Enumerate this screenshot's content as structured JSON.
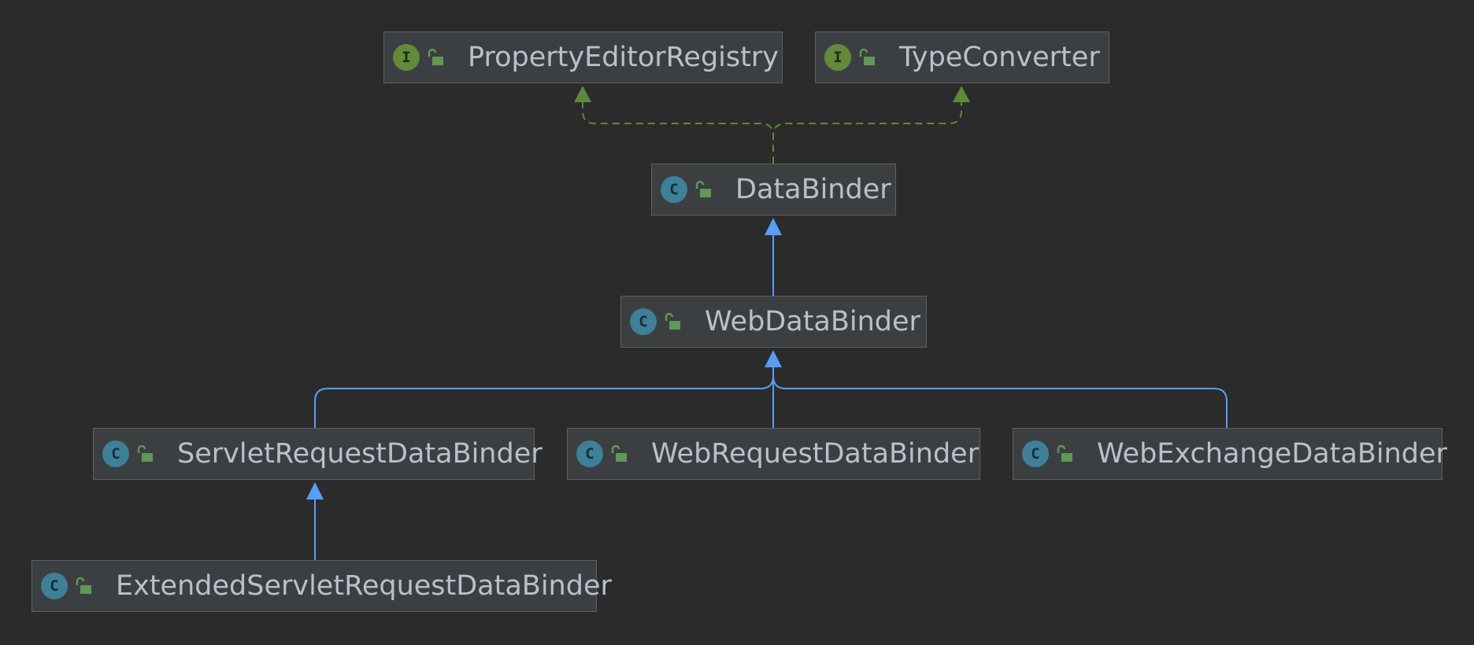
{
  "colors": {
    "background": "#2b2b2b",
    "node_fill": "#3c3f41",
    "node_border": "#5e6060",
    "label_text": "#b7c1cb",
    "interface_badge": "#628a3a",
    "class_badge": "#3f7f98",
    "lock_icon": "#629755",
    "extends_edge": "#589df6",
    "implements_edge": "#5b8a3c"
  },
  "nodes": {
    "property_editor_registry": {
      "kind": "interface",
      "badge_letter": "I",
      "icon": "unlocked-padlock-icon",
      "label": "PropertyEditorRegistry"
    },
    "type_converter": {
      "kind": "interface",
      "badge_letter": "I",
      "icon": "unlocked-padlock-icon",
      "label": "TypeConverter"
    },
    "data_binder": {
      "kind": "class",
      "badge_letter": "C",
      "icon": "unlocked-padlock-icon",
      "label": "DataBinder"
    },
    "web_data_binder": {
      "kind": "class",
      "badge_letter": "C",
      "icon": "unlocked-padlock-icon",
      "label": "WebDataBinder"
    },
    "servlet_request_data_binder": {
      "kind": "class",
      "badge_letter": "C",
      "icon": "unlocked-padlock-icon",
      "label": "ServletRequestDataBinder"
    },
    "web_request_data_binder": {
      "kind": "class",
      "badge_letter": "C",
      "icon": "unlocked-padlock-icon",
      "label": "WebRequestDataBinder"
    },
    "web_exchange_data_binder": {
      "kind": "class",
      "badge_letter": "C",
      "icon": "unlocked-padlock-icon",
      "label": "WebExchangeDataBinder"
    },
    "extended_servlet_request_data_binder": {
      "kind": "class",
      "badge_letter": "C",
      "icon": "unlocked-padlock-icon",
      "label": "ExtendedServletRequestDataBinder"
    }
  },
  "edges": [
    {
      "from": "data_binder",
      "to": "property_editor_registry",
      "relation": "implements"
    },
    {
      "from": "data_binder",
      "to": "type_converter",
      "relation": "implements"
    },
    {
      "from": "web_data_binder",
      "to": "data_binder",
      "relation": "extends"
    },
    {
      "from": "servlet_request_data_binder",
      "to": "web_data_binder",
      "relation": "extends"
    },
    {
      "from": "web_request_data_binder",
      "to": "web_data_binder",
      "relation": "extends"
    },
    {
      "from": "web_exchange_data_binder",
      "to": "web_data_binder",
      "relation": "extends"
    },
    {
      "from": "extended_servlet_request_data_binder",
      "to": "servlet_request_data_binder",
      "relation": "extends"
    }
  ]
}
